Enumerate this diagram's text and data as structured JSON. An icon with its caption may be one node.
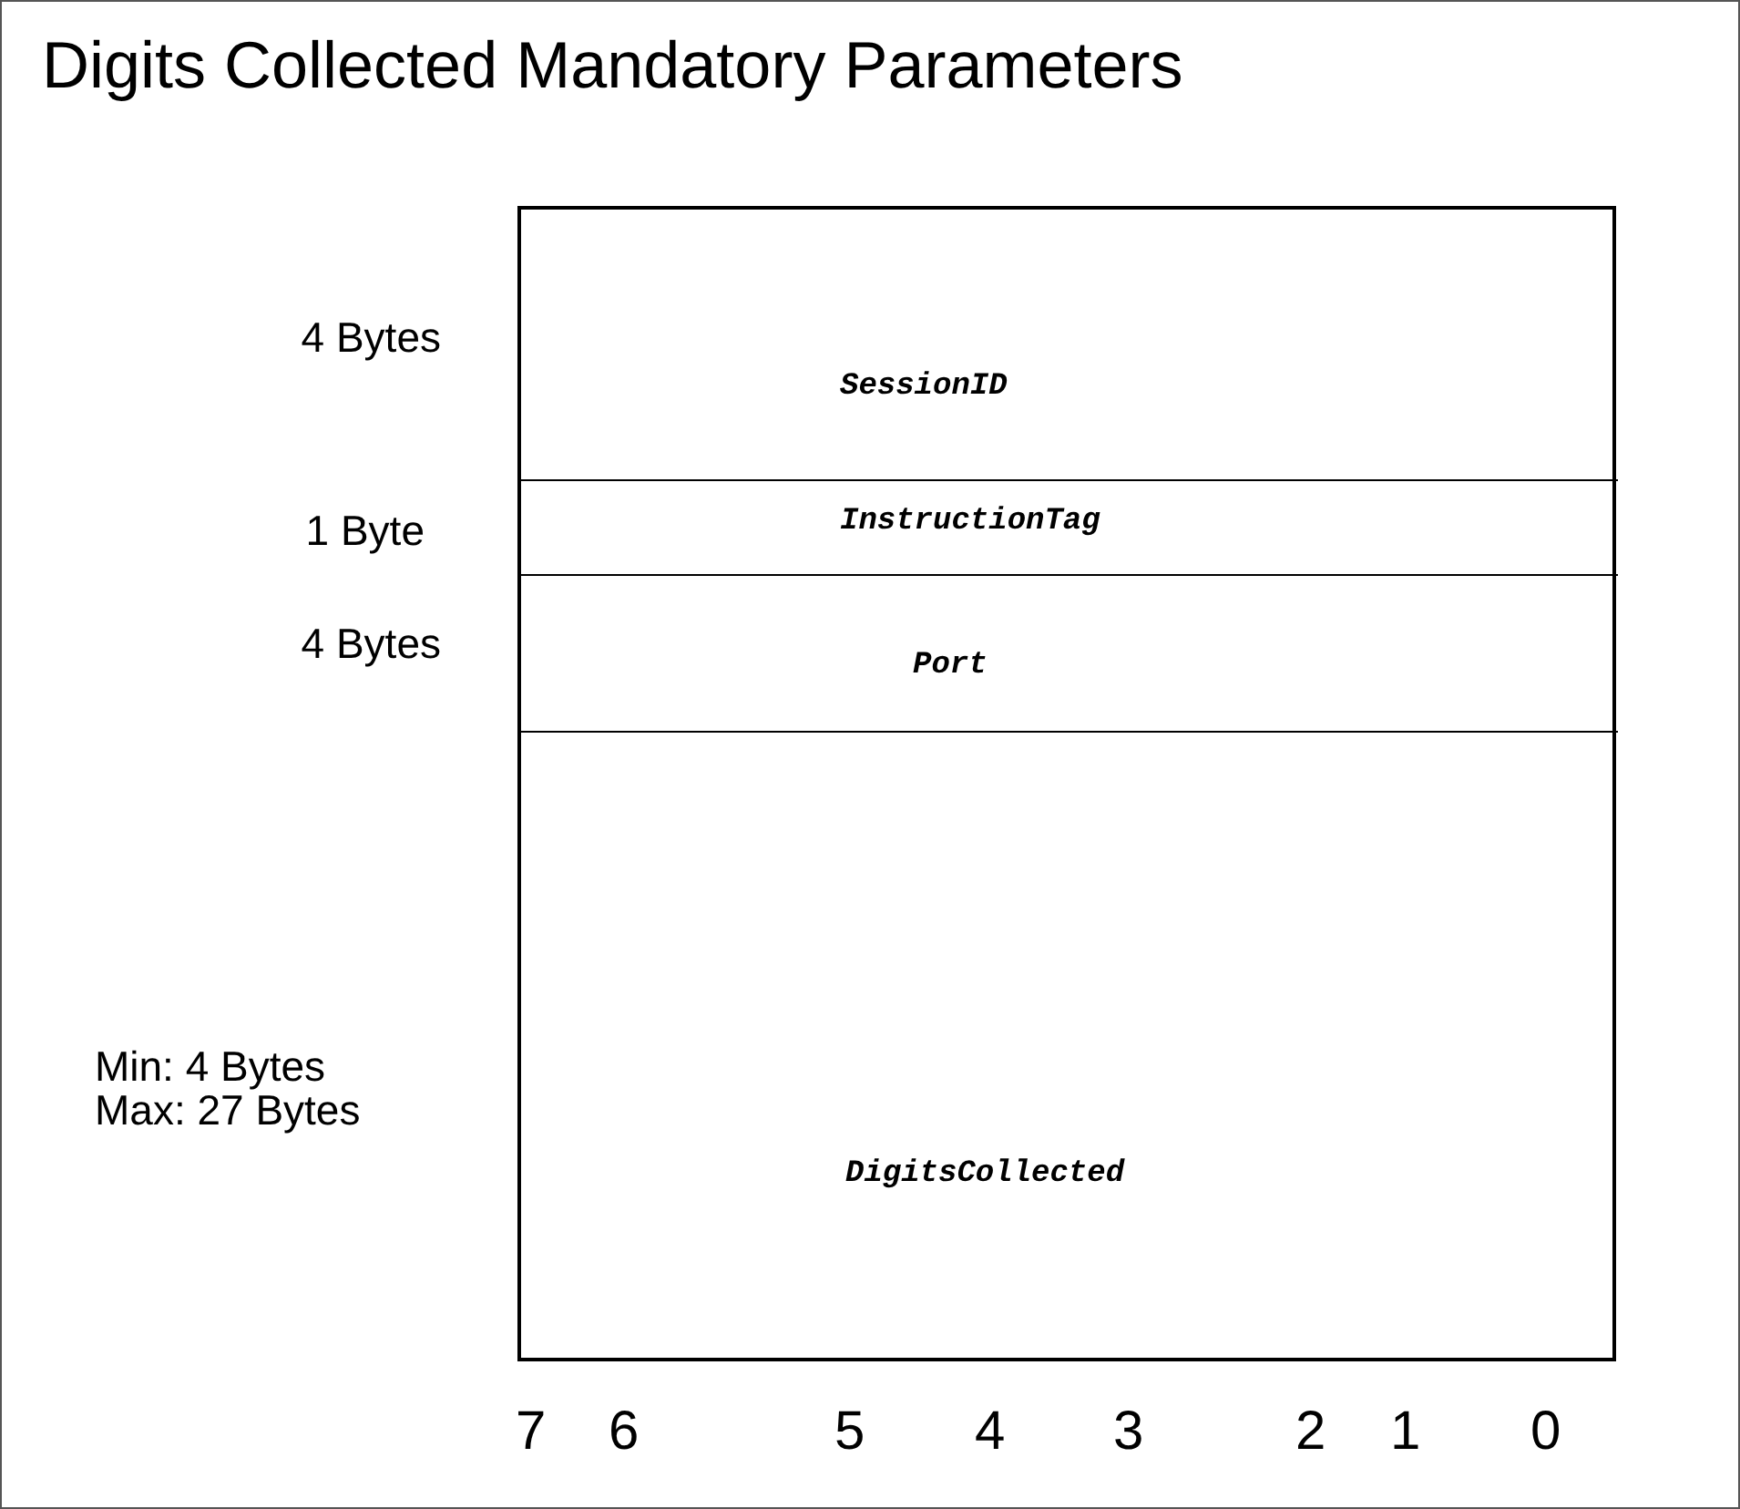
{
  "diagram": {
    "title": "Digits Collected Mandatory Parameters",
    "nodes": [
      {
        "text": [
          "SessionID"
        ]
      },
      {
        "text": [
          "InstructionTag"
        ]
      },
      {
        "text": [
          "Port"
        ]
      },
      {
        "text": [
          "DigitsCollected"
        ]
      }
    ],
    "labels": [
      "4 Bytes",
      "1 Byte",
      "4 Bytes",
      "Min: 4 Bytes Max: 27 Bytes",
      "7",
      "6",
      "5",
      "4",
      "3",
      "2",
      "1",
      "0"
    ]
  }
}
